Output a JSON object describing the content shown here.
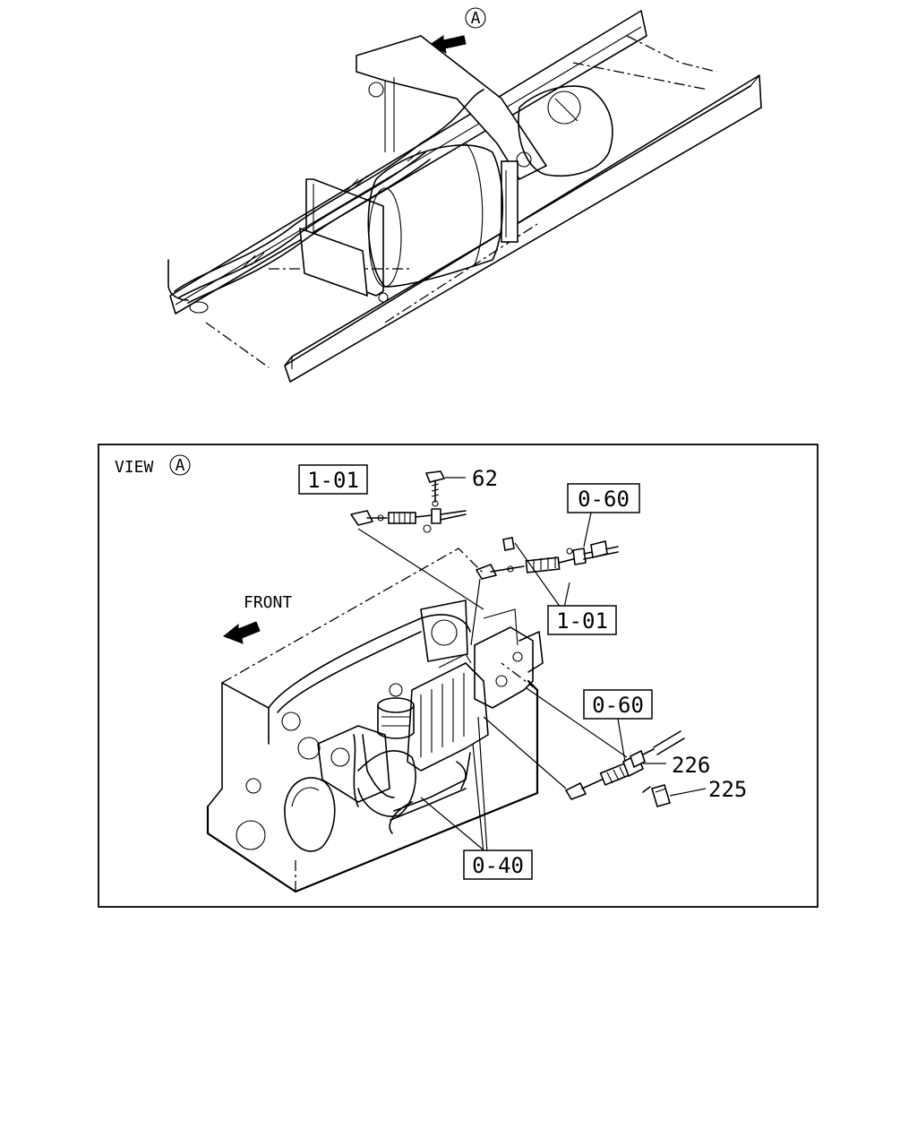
{
  "top_view": {
    "marker": "A"
  },
  "view_panel": {
    "title": "VIEW",
    "title_marker": "A",
    "front_label": "FRONT"
  },
  "callouts": {
    "ref_1_01_upper": "1-01",
    "ref_1_01_lower": "1-01",
    "ref_0_60_upper": "0-60",
    "ref_0_60_lower": "0-60",
    "ref_0_40": "0-40",
    "part_62": "62",
    "part_226": "226",
    "part_225": "225"
  }
}
